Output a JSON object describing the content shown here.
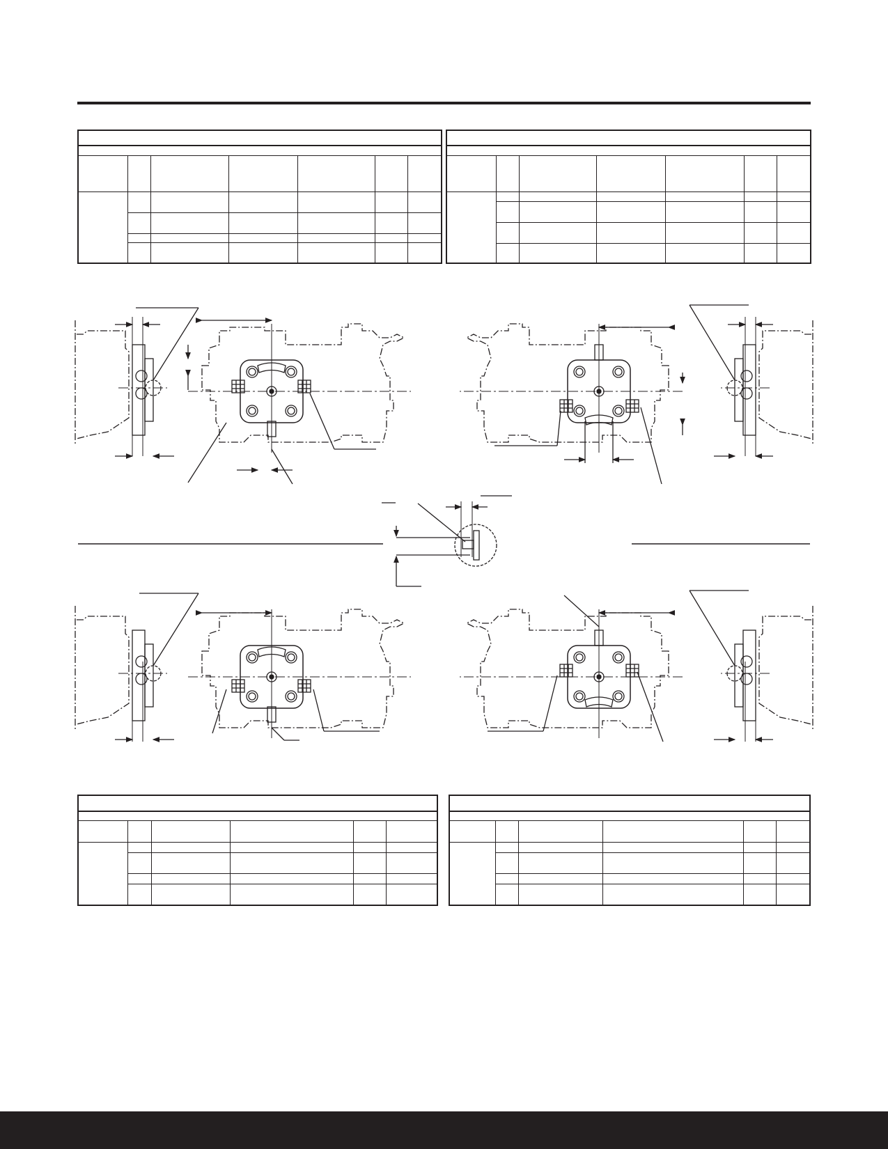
{
  "page": {
    "colors": {
      "ink": "#231f20",
      "paper": "#ffffff"
    }
  },
  "drawings": {
    "views": [
      "view-top-left",
      "view-top-right",
      "view-bottom-left",
      "view-bottom-right",
      "detail-center"
    ]
  }
}
